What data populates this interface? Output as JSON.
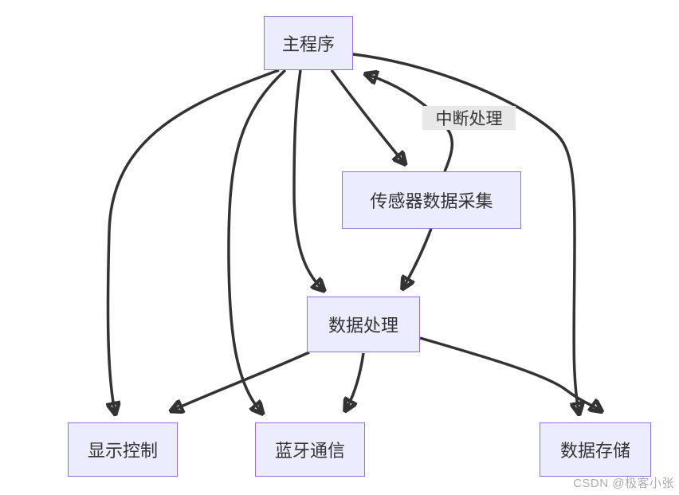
{
  "diagram": {
    "nodes": [
      {
        "id": "main",
        "label": "主程序"
      },
      {
        "id": "sensor",
        "label": "传感器数据采集"
      },
      {
        "id": "process",
        "label": "数据处理"
      },
      {
        "id": "display",
        "label": "显示控制"
      },
      {
        "id": "bluetooth",
        "label": "蓝牙通信"
      },
      {
        "id": "storage",
        "label": "数据存储"
      }
    ],
    "edges": [
      {
        "from": "main",
        "to": "display",
        "label": ""
      },
      {
        "from": "main",
        "to": "bluetooth",
        "label": ""
      },
      {
        "from": "main",
        "to": "process",
        "label": ""
      },
      {
        "from": "main",
        "to": "sensor",
        "label": ""
      },
      {
        "from": "main",
        "to": "storage",
        "label": ""
      },
      {
        "from": "sensor",
        "to": "process",
        "label": ""
      },
      {
        "from": "sensor",
        "to": "main",
        "label": "中断处理"
      },
      {
        "from": "process",
        "to": "display",
        "label": ""
      },
      {
        "from": "process",
        "to": "bluetooth",
        "label": ""
      },
      {
        "from": "process",
        "to": "storage",
        "label": ""
      }
    ],
    "edge_label": "中断处理"
  },
  "colors": {
    "node_fill": "#ECECFF",
    "node_border": "#9370DB",
    "edge_stroke": "#333333",
    "text": "#333333",
    "edge_label_bg": "#e8e8e8"
  },
  "watermark": "CSDN @极客小张"
}
